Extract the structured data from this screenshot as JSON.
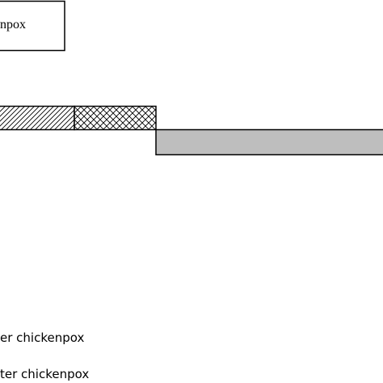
{
  "title_box": {
    "label": "npox"
  },
  "bars": {
    "hatched_segment": {
      "pattern": "diagonal-hatch",
      "fill": "#ffffff"
    },
    "crosshatch_segment": {
      "pattern": "cross-hatch",
      "fill": "#ffffff"
    },
    "gray_segment": {
      "pattern": "solid",
      "fill": "#bebebe"
    }
  },
  "legend": {
    "line1": "er chickenpox",
    "line2": "ter chickenpox"
  },
  "colors": {
    "stroke": "#000000",
    "background": "#ffffff",
    "gray_fill": "#bebebe"
  }
}
